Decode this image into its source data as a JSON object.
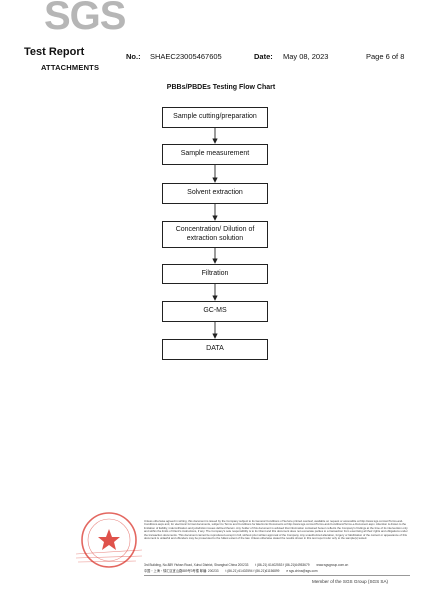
{
  "logo": {
    "text": "SGS"
  },
  "header": {
    "title": "Test Report",
    "section": "ATTACHMENTS",
    "no_label": "No.:",
    "no_value": "SHAEC23005467605",
    "date_label": "Date:",
    "date_value": "May 08, 2023",
    "page": "Page 6 of 8"
  },
  "flow_chart": {
    "title": "PBBs/PBDEs Testing Flow Chart",
    "steps": [
      "Sample cutting/preparation",
      "Sample measurement",
      "Solvent extraction",
      "Concentration/ Dilution of extraction solution",
      "Filtration",
      "GC-MS",
      "DATA"
    ]
  },
  "footer": {
    "disclaimer": "Unless otherwise agreed in writing, this document is issued by the Company subject to its General Conditions of Service printed overleaf, available on request or accessible at http://www.sgs.com/en/Terms-and-Conditions.aspx and, for electronic format documents, subject to Terms and Conditions for Electronic Documents at http://www.sgs.com/en/Terms-and-Conditions/Terms-e-Document.aspx. Attention is drawn to the limitation of liability, indemnification and jurisdiction issues defined therein. Any holder of this document is advised that information contained hereon reflects the Company's findings at the time of its intervention only and within the limits of Client's instructions, if any. The Company's sole responsibility is to its Client and this document does not exonerate parties to a transaction from exercising all their rights and obligations under the transaction documents. This document cannot be reproduced except in full, without prior written approval of the Company. Any unauthorized alteration, forgery or falsification of the content or appearance of this document is unlawful and offenders may be prosecuted to the fullest extent of the law. Unless otherwise stated the results shown in this test report refer only to the sample(s) tested.",
    "address_en": "3rd Building, No.889 Yishan Road, Xuhui District, Shanghai China   200233",
    "address_cn": "中国・上海・徐汇区宜山路889号3号楼   邮编:   200233",
    "tel_en": "t (86-21) 61402553   f (86-21)64953679",
    "tel_cn": "t (86-21) 61402594   f (86-21)61156899",
    "web_en": "www.sgsgroup.com.cn",
    "web_cn": "e sgs.china@sgs.com",
    "member": "Member of the SGS Group (SGS SA)"
  },
  "colors": {
    "logo_gray": "#b6b6b6",
    "seal_red": "#d9342b",
    "border": "#222222"
  }
}
